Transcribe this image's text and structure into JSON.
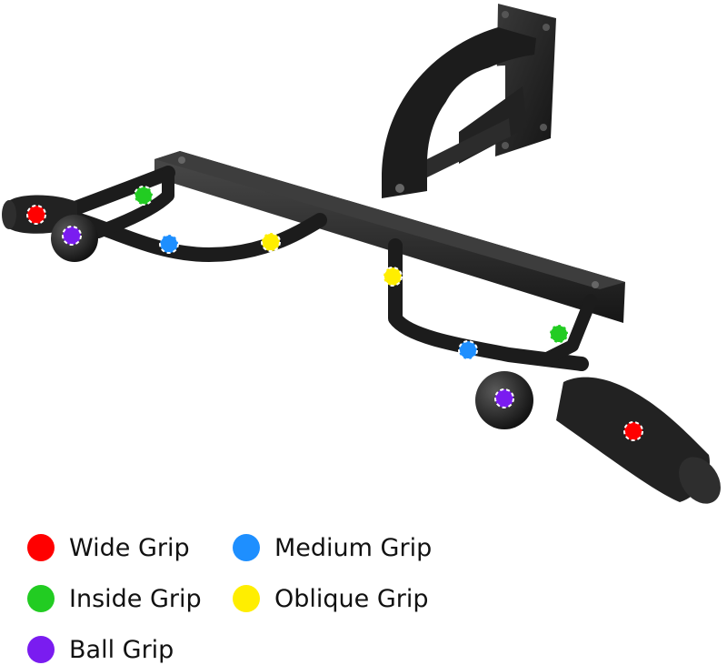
{
  "legend": [
    {
      "label": "Wide Grip",
      "color": "#ff0000"
    },
    {
      "label": "Medium Grip",
      "color": "#1e8fff"
    },
    {
      "label": "Inside Grip",
      "color": "#22cc22"
    },
    {
      "label": "Oblique Grip",
      "color": "#ffee00"
    },
    {
      "label": "Ball Grip",
      "color": "#7a1cf0"
    }
  ],
  "colors": {
    "frame": "#1c1c1c",
    "frame_highlight": "#4a4a4a",
    "marker_border": "#ffffff"
  }
}
